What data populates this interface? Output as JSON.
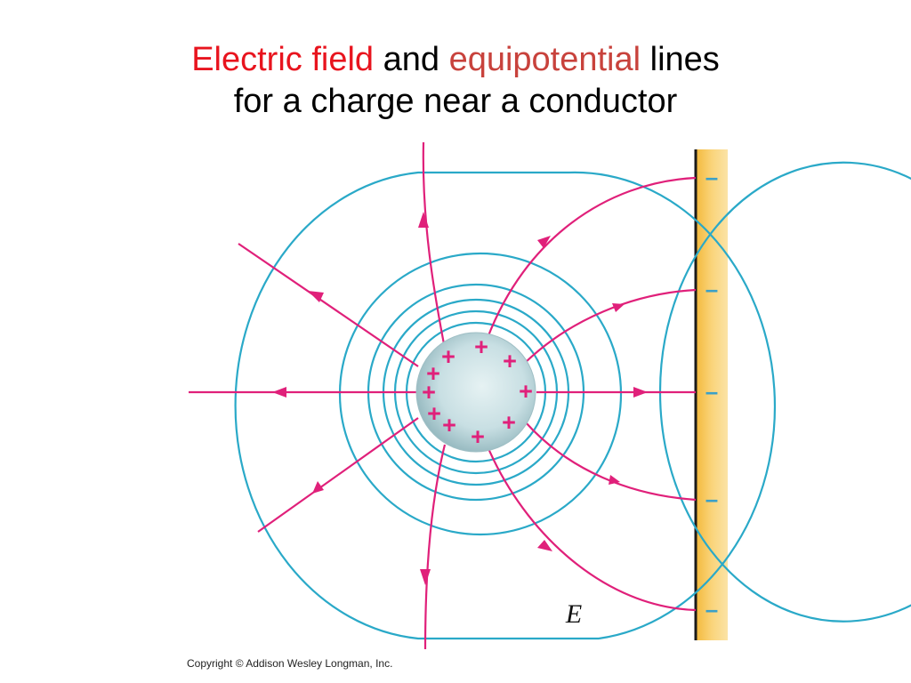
{
  "title": {
    "part1": "Electric field",
    "part2": " and ",
    "part3": "equipotential",
    "part4": " lines",
    "line2": "for a charge near a conductor"
  },
  "figure": {
    "charge_signs": [
      "+",
      "+",
      "+",
      "+",
      "+",
      "+",
      "+",
      "+",
      "+",
      "+"
    ],
    "conductor_signs": [
      "–",
      "–",
      "–",
      "–",
      "–"
    ],
    "field_label": "E"
  },
  "copyright": "Copyright © Addison Wesley Longman, Inc.",
  "colors": {
    "title_red": "#e8141e",
    "title_brick": "#c8423c",
    "field_line": "#e0207a",
    "equipotential": "#2aa9c8",
    "conductor": "#f6c75a",
    "sphere": "#c8dfe3"
  }
}
